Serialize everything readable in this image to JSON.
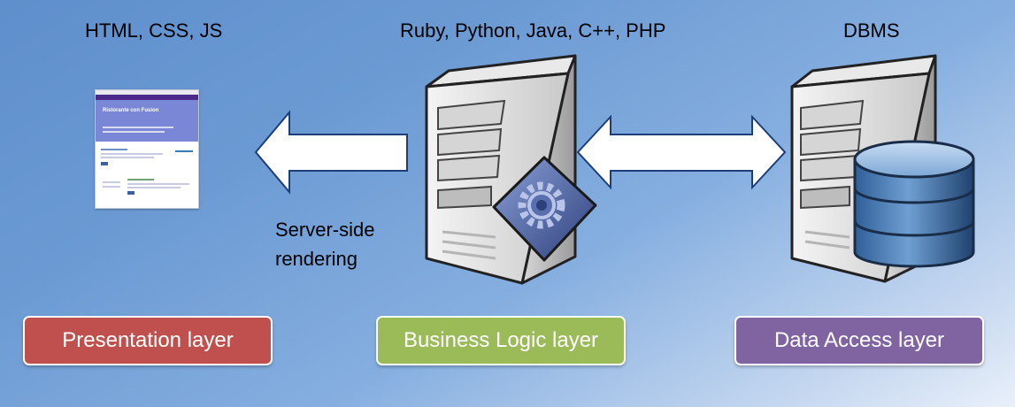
{
  "tiers": [
    {
      "label": "HTML, CSS, JS"
    },
    {
      "label": "Ruby, Python, Java, C++, PHP"
    },
    {
      "label": "DBMS"
    }
  ],
  "annotation": {
    "line1": "Server-side",
    "line2": "rendering"
  },
  "layers": [
    {
      "label": "Presentation layer",
      "color": "#c0504d"
    },
    {
      "label": "Business Logic layer",
      "color": "#9bbb59"
    },
    {
      "label": "Data Access layer",
      "color": "#8064a2"
    }
  ],
  "web_thumbnail": {
    "hero_text": "Ristorante con Fusion"
  },
  "icons": [
    "web-page-icon",
    "left-arrow-icon",
    "app-server-icon",
    "gear-icon",
    "double-arrow-icon",
    "db-server-icon",
    "database-icon"
  ]
}
